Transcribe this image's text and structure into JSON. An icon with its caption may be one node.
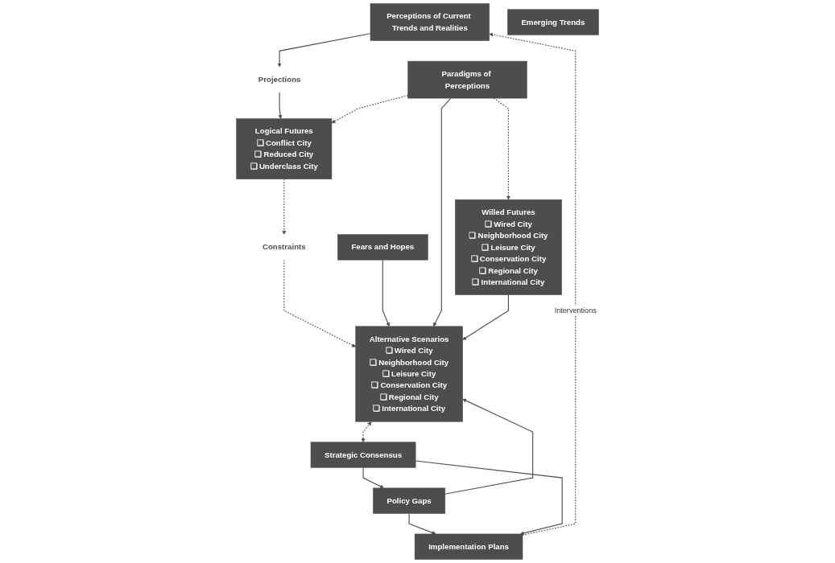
{
  "diagram": {
    "nodes": [
      {
        "text": [
          "Perceptions of Current Trends and Realities"
        ]
      },
      {
        "text": [
          "Emerging Trends"
        ]
      },
      {
        "text": [
          "Fears and Hopes"
        ]
      },
      {
        "text": [
          "Projections"
        ]
      },
      {
        "text": [
          "Logical Futures",
          "❑ Conflict City",
          "❑ Reduced City",
          "❑ Underclass City"
        ]
      },
      {
        "text": [
          "Constraints"
        ]
      },
      {
        "text": [
          "Alternative Scenarios",
          "❑ Wired City",
          "❑ Neighborhood City",
          "❑ Leisure City",
          "❑ Conservation City",
          "❑ Regional City",
          "❑ International City"
        ]
      },
      {
        "text": [
          "Paradigms of Perceptions"
        ]
      },
      {
        "text": [
          "Policy Gaps"
        ]
      },
      {
        "text": [
          "Willed Futures",
          "❑ Wired City",
          "❑ Neighborhood City",
          "❑ Leisure City",
          "❑ Conservation City",
          "❑ Regional City",
          "❑ International City"
        ]
      },
      {
        "text": [
          "Implementation Plans"
        ]
      },
      {
        "text": [
          "Strategic Consensus"
        ]
      }
    ],
    "edges": [
      {
        "from": 0,
        "to": 3,
        "arrow": "to"
      },
      {
        "from": 3,
        "to": 4,
        "arrow": "to"
      },
      {
        "from": 4,
        "to": 5,
        "arrow": "to",
        "style": "dashed"
      },
      {
        "from": 5,
        "to": 6,
        "arrow": "to",
        "style": "dashed"
      },
      {
        "from": 2,
        "to": 6,
        "arrow": "to"
      },
      {
        "from": 7,
        "to": 6,
        "arrow": "to"
      },
      {
        "from": 7,
        "to": 4,
        "arrow": "to",
        "style": "dashed"
      },
      {
        "from": 7,
        "to": 9,
        "arrow": "to",
        "style": "dashed"
      },
      {
        "from": 9,
        "to": 6,
        "arrow": "to"
      },
      {
        "from": 8,
        "to": 6,
        "arrow": "to"
      },
      {
        "from": 11,
        "to": 8,
        "arrow": "to"
      },
      {
        "from": 8,
        "to": 10,
        "arrow": "to"
      },
      {
        "from": 11,
        "to": 10,
        "arrow": "to"
      },
      {
        "from": 6,
        "to": 11,
        "arrow": "both",
        "style": "dashed"
      },
      {
        "from": 10,
        "to": 0,
        "arrow": "to",
        "style": "dashed",
        "label": "Interventions"
      }
    ]
  }
}
